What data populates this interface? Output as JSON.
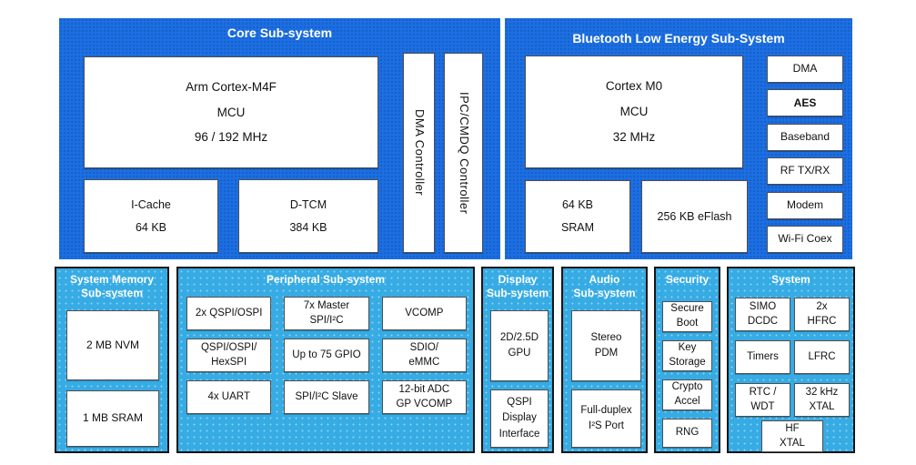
{
  "colors": {
    "core_blue": "#1c6fe2",
    "light_blue": "#36abe4",
    "box_white": "#ffffff",
    "title_text": "#ffffff",
    "label_text": "#111111"
  },
  "sections": {
    "core": {
      "title": "Core Sub-system",
      "mcu": "Arm Cortex-M4F\nMCU\n96 / 192 MHz",
      "icache": "I-Cache\n64 KB",
      "dtcm": "D-TCM\n384 KB",
      "dma": "DMA Controller",
      "ipc": "IPC/CMDQ Controller"
    },
    "ble": {
      "title": "Bluetooth Low Energy Sub-System",
      "mcu": "Cortex M0\nMCU\n32 MHz",
      "sram": "64 KB\nSRAM",
      "eflash": "256 KB eFlash",
      "modules": [
        "DMA",
        "AES",
        "Baseband",
        "RF TX/RX",
        "Modem",
        "Wi-Fi Coex"
      ]
    },
    "memory": {
      "title": "System Memory\nSub-system",
      "boxes": [
        "2 MB NVM",
        "1 MB SRAM"
      ]
    },
    "peripheral": {
      "title": "Peripheral Sub-system",
      "boxes": [
        "2x QSPI/OSPI",
        "7x Master\nSPI/I²C",
        "VCOMP",
        "QSPI/OSPI/\nHexSPI",
        "Up to 75 GPIO",
        "SDIO/\neMMC",
        "4x UART",
        "SPI/I²C Slave",
        "12-bit ADC\nGP VCOMP"
      ]
    },
    "display": {
      "title": "Display\nSub-system",
      "boxes": [
        "2D/2.5D\nGPU",
        "QSPI\nDisplay\nInterface"
      ]
    },
    "audio": {
      "title": "Audio\nSub-system",
      "boxes": [
        "Stereo\nPDM",
        "Full-duplex\nI²S Port"
      ]
    },
    "security": {
      "title": "Security",
      "boxes": [
        "Secure\nBoot",
        "Key\nStorage",
        "Crypto\nAccel",
        "RNG"
      ]
    },
    "system": {
      "title": "System",
      "boxes": [
        "SIMO\nDCDC",
        "2x\nHFRC",
        "Timers",
        "LFRC",
        "RTC /\nWDT",
        "32 kHz\nXTAL",
        "HF\nXTAL"
      ]
    }
  }
}
